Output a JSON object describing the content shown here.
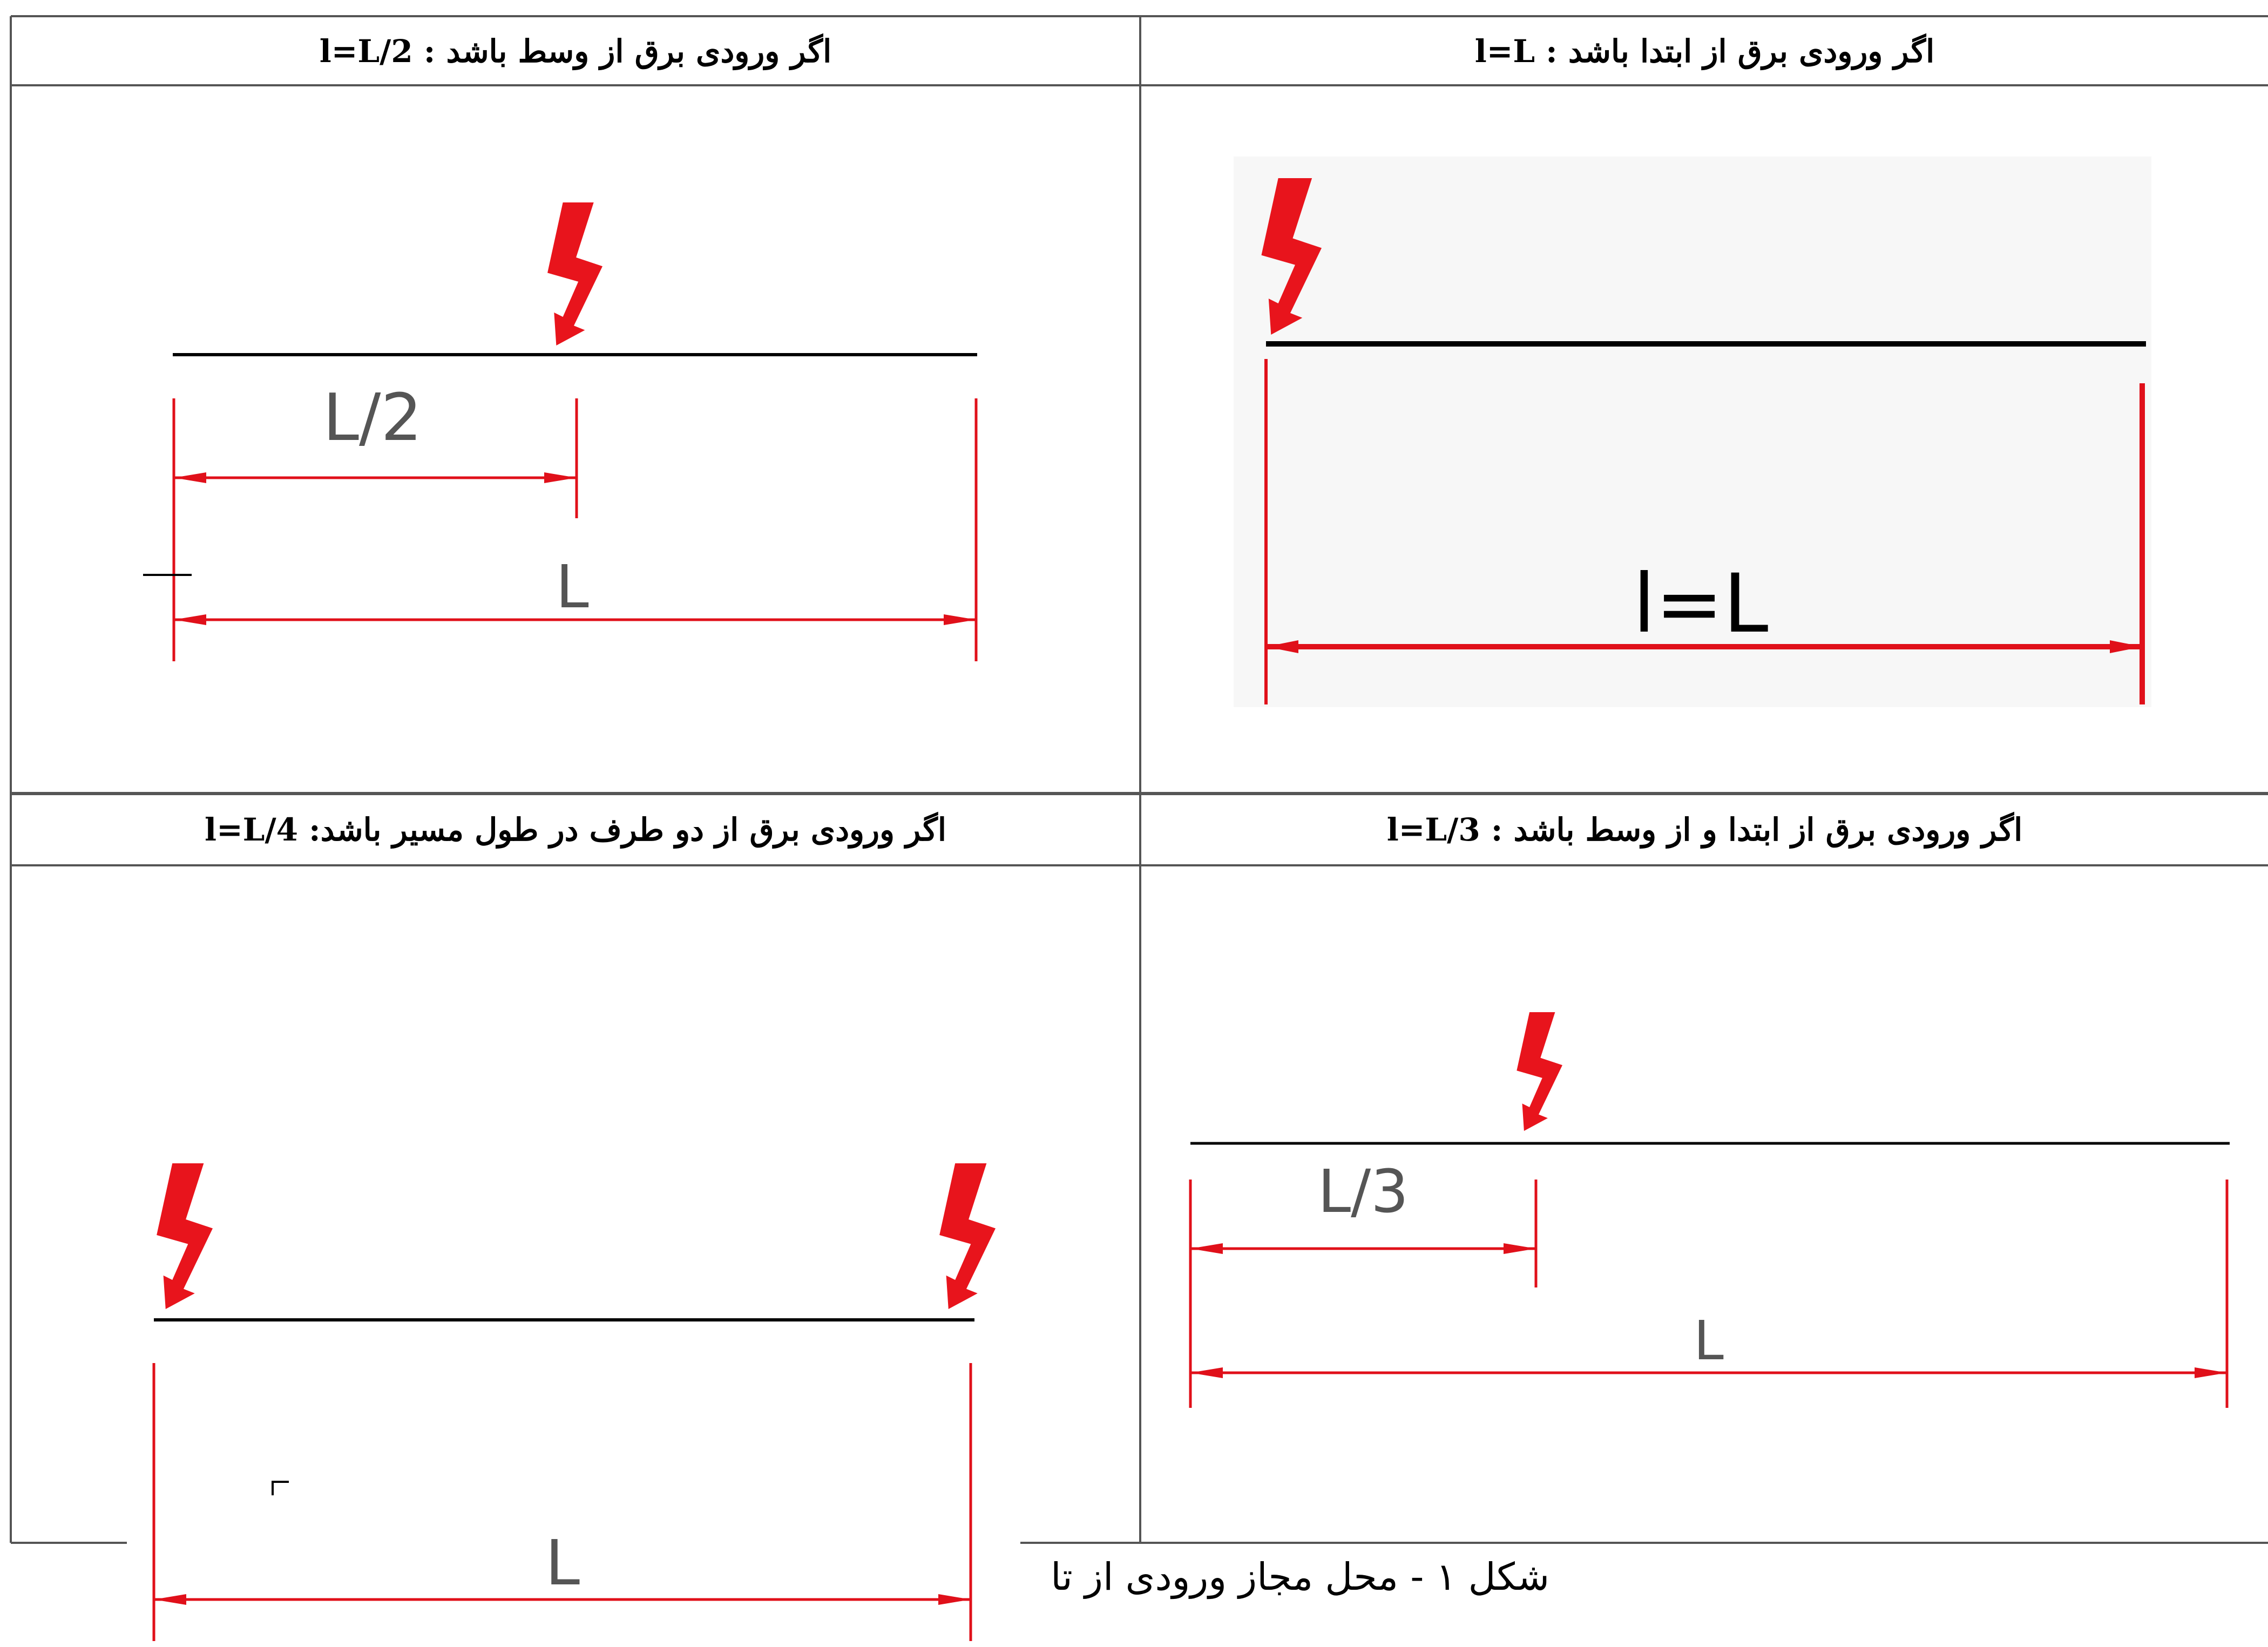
{
  "figure": {
    "caption": "شکل ۱ - محل مجاز ورودی از تا"
  },
  "colors": {
    "dimension": "#e0101a",
    "bolt": "#e8141c",
    "line": "#000000",
    "grid": "#555555"
  },
  "panels": [
    {
      "id": "top-right",
      "header": "اگر ورودی برق از ابتدا باشد :  l=L",
      "dimension_labels": [
        "l=L"
      ],
      "entry_points": [
        "start"
      ]
    },
    {
      "id": "top-left",
      "header": "اگر ورودی برق از وسط باشد : l=L/2",
      "dimension_labels": [
        "L/2",
        "L"
      ],
      "entry_points": [
        "middle"
      ]
    },
    {
      "id": "bottom-right",
      "header": "اگر ورودی برق از ابتدا و از وسط باشد :  l=L/3",
      "dimension_labels": [
        "L/3",
        "L"
      ],
      "entry_points": [
        "one-third"
      ]
    },
    {
      "id": "bottom-left",
      "header": "اگر ورودی برق از دو طرف در طول مسیر باشد: l=L/4",
      "dimension_labels": [
        "L"
      ],
      "entry_points": [
        "start",
        "end"
      ]
    }
  ],
  "icons": {
    "bolt": "lightning-bolt-icon"
  }
}
